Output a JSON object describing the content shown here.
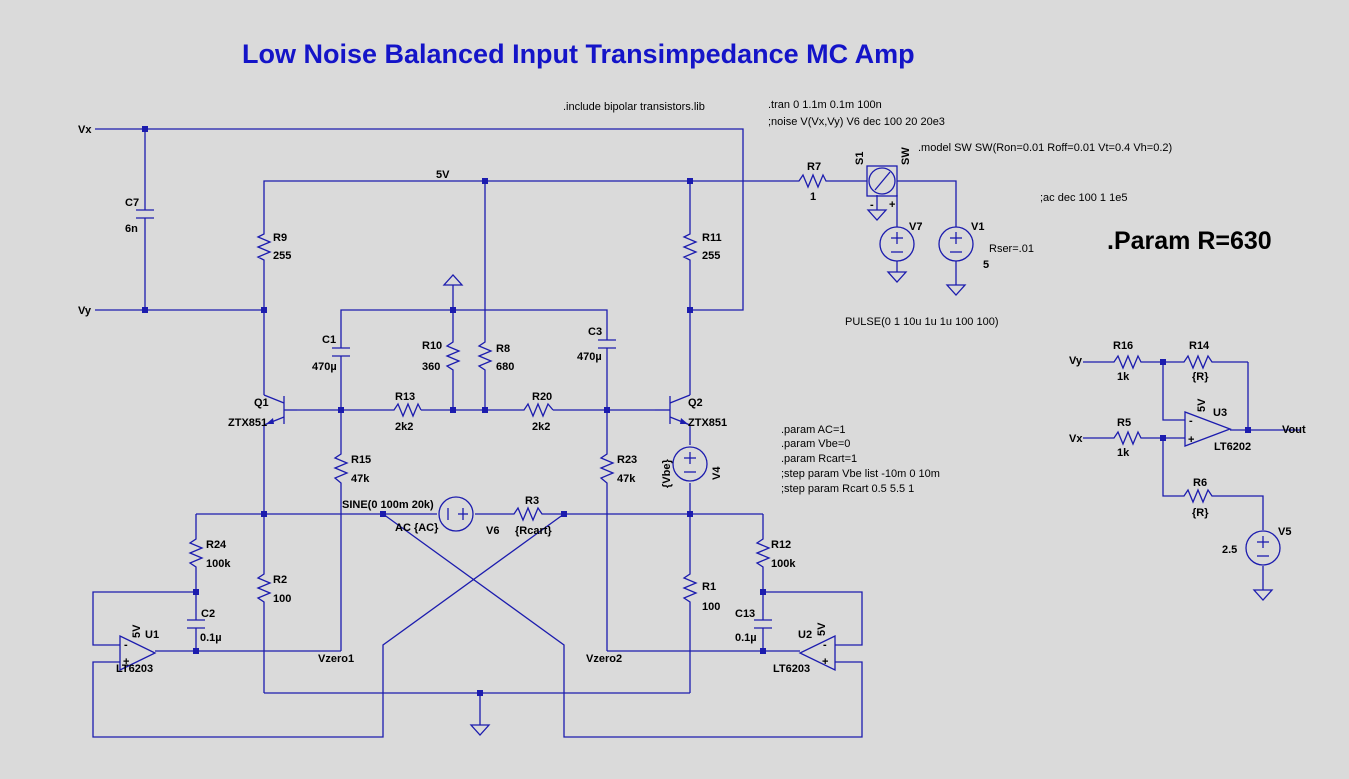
{
  "title": "Low Noise Balanced Input Transimpedance MC Amp",
  "param_banner": ".Param R=630",
  "directives": {
    "include": ".include bipolar transistors.lib",
    "tran": ".tran 0 1.1m 0.1m 100n",
    "noise": ";noise V(Vx,Vy) V6 dec 100 20 20e3",
    "model": ".model SW SW(Ron=0.01 Roff=0.01 Vt=0.4 Vh=0.2)",
    "ac": ";ac dec 100 1 1e5",
    "pulse": "PULSE(0 1 10u 1u 1u 100 100)",
    "params": [
      ".param AC=1",
      ".param Vbe=0",
      ".param Rcart=1",
      ";step param Vbe list -10m 0 10m",
      ";step param Rcart 0.5 5.5 1"
    ]
  },
  "nets": {
    "vx": "Vx",
    "vy": "Vy",
    "rail": "5V",
    "vout": "Vout",
    "vzero1": "Vzero1",
    "vzero2": "Vzero2",
    "vx2": "Vx",
    "vy2": "Vy"
  },
  "components": {
    "C7": {
      "name": "C7",
      "value": "6n"
    },
    "R9": {
      "name": "R9",
      "value": "255"
    },
    "R11": {
      "name": "R11",
      "value": "255"
    },
    "R7": {
      "name": "R7",
      "value": "1"
    },
    "S1": {
      "name": "S1",
      "value": "SW"
    },
    "V7": {
      "name": "V7"
    },
    "V1": {
      "name": "V1",
      "value": "5",
      "rser": "Rser=.01"
    },
    "C1": {
      "name": "C1",
      "value": "470µ"
    },
    "C3": {
      "name": "C3",
      "value": "470µ"
    },
    "R10": {
      "name": "R10",
      "value": "360"
    },
    "R8": {
      "name": "R8",
      "value": "680"
    },
    "R13": {
      "name": "R13",
      "value": "2k2"
    },
    "R20": {
      "name": "R20",
      "value": "2k2"
    },
    "Q1": {
      "name": "Q1",
      "value": "ZTX851"
    },
    "Q2": {
      "name": "Q2",
      "value": "ZTX851"
    },
    "R15": {
      "name": "R15",
      "value": "47k"
    },
    "R23": {
      "name": "R23",
      "value": "47k"
    },
    "V4": {
      "name": "V4",
      "value": "{Vbe}"
    },
    "V6": {
      "name": "V6",
      "sine": "SINE(0 100m 20k)",
      "ac": "AC {AC}"
    },
    "R3": {
      "name": "R3",
      "value": "{Rcart}"
    },
    "R24": {
      "name": "R24",
      "value": "100k"
    },
    "R12": {
      "name": "R12",
      "value": "100k"
    },
    "R2": {
      "name": "R2",
      "value": "100"
    },
    "R1": {
      "name": "R1",
      "value": "100"
    },
    "C2": {
      "name": "C2",
      "value": "0.1µ"
    },
    "C13": {
      "name": "C13",
      "value": "0.1µ"
    },
    "U1": {
      "name": "U1",
      "value": "LT6203",
      "supply": "5V"
    },
    "U2": {
      "name": "U2",
      "value": "LT6203",
      "supply": "5V"
    },
    "R16": {
      "name": "R16",
      "value": "1k"
    },
    "R14": {
      "name": "R14",
      "value": "{R}"
    },
    "R5": {
      "name": "R5",
      "value": "1k"
    },
    "R6": {
      "name": "R6",
      "value": "{R}"
    },
    "U3": {
      "name": "U3",
      "value": "LT6202",
      "supply": "5V"
    },
    "V5": {
      "name": "V5",
      "value": "2.5"
    }
  },
  "colors": {
    "background": "#dadada",
    "wire": "#1c1cae",
    "title": "#1414c8",
    "text": "#000000"
  }
}
